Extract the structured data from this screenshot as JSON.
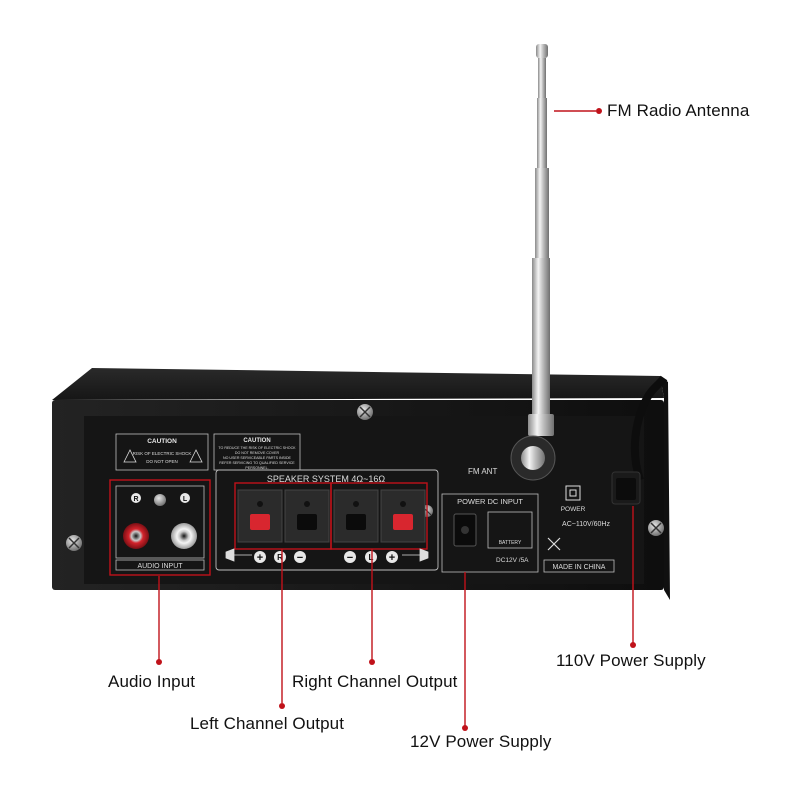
{
  "callouts": {
    "fm_antenna": "FM Radio Antenna",
    "audio_input": "Audio Input",
    "left_channel": "Left Channel Output",
    "right_channel": "Right Channel Output",
    "power_12v": "12V Power Supply",
    "power_110v": "110V Power Supply"
  },
  "panel": {
    "caution_1_title": "CAUTION",
    "caution_1_line1": "RISK OF ELECTRIC SHOCK",
    "caution_1_line2": "DO NOT OPEN",
    "caution_2_title": "CAUTION",
    "caution_2_line1": "TO REDUCE THE RISK OF ELECTRIC SHOCK",
    "caution_2_line2": "DO NOT REMOVE COVER",
    "caution_2_line3": "NO USER SERVICEABLE PARTS INSIDE",
    "caution_2_line4": "REFER SERVICING TO QUALIFIED SERVICE",
    "caution_2_line5": "PERSONNEL.",
    "fm_ant": "FM ANT",
    "speaker_system": "SPEAKER SYSTEM 4Ω~16Ω",
    "r_label": "R",
    "l_label": "L",
    "audio_input_label": "AUDIO INPUT",
    "power_dc_input": "POWER DC INPUT",
    "battery": "BATTERY",
    "dc_rating": "DC12V /5A",
    "power": "POWER",
    "ac_rating": "AC~110V/60Hz",
    "made_in": "MADE IN CHINA",
    "plus": "+",
    "minus": "−"
  },
  "colors": {
    "callout_line": "#c0121a",
    "chassis": "#1b1b1b",
    "panel": "#111111",
    "silver": "#c9c9c9"
  }
}
